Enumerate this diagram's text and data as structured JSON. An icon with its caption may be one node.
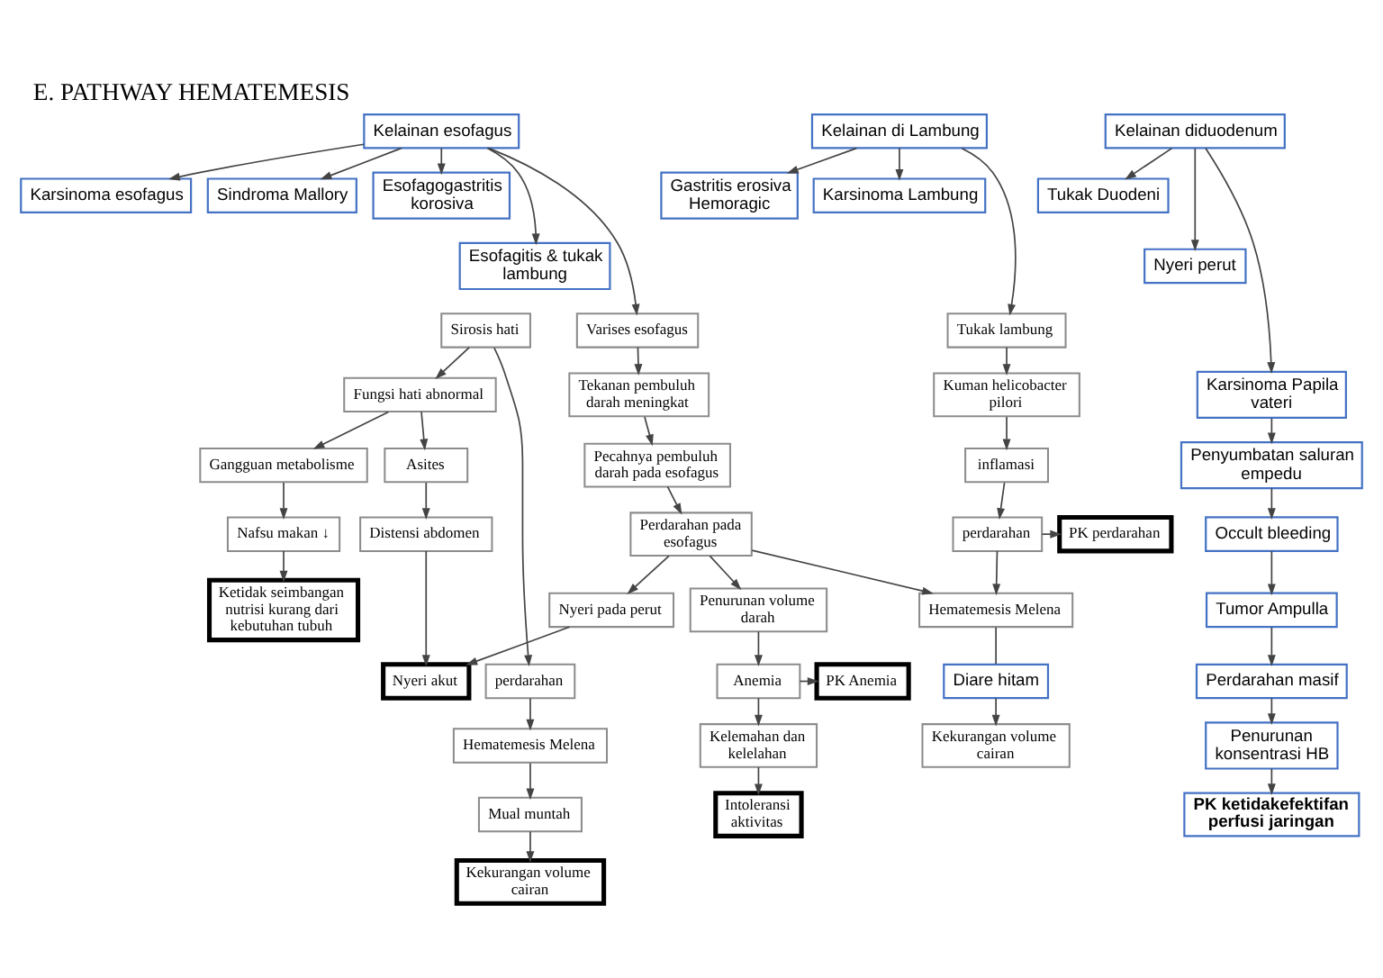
{
  "diagram": {
    "title": "E. PATHWAY HEMATEMESIS",
    "nodes": [
      {
        "text": [
          "Kelainan esofagus"
        ]
      },
      {
        "text": [
          "Karsinoma esofagus"
        ]
      },
      {
        "text": [
          "Sindroma Mallory"
        ]
      },
      {
        "text": [
          "Esofagogastritis korosiva"
        ]
      },
      {
        "text": [
          "Esofagitis & tukak lambung"
        ]
      },
      {
        "text": [
          "Kelainan di Lambung"
        ]
      },
      {
        "text": [
          "Gastritis erosiva Hemoragic"
        ]
      },
      {
        "text": [
          "Karsinoma Lambung"
        ]
      },
      {
        "text": [
          "Kelainan diduodenum"
        ]
      },
      {
        "text": [
          "Tukak Duodeni"
        ]
      },
      {
        "text": [
          "Nyeri perut"
        ]
      },
      {
        "text": [
          "Sirosis hati"
        ]
      },
      {
        "text": [
          "Varises esofagus"
        ]
      },
      {
        "text": [
          "Tukak lambung"
        ]
      },
      {
        "text": [
          "Fungsi hati abnormal"
        ]
      },
      {
        "text": [
          "Tekanan pembuluh darah meningkat"
        ]
      },
      {
        "text": [
          "Kuman helicobacter pilori"
        ]
      },
      {
        "text": [
          "Gangguan metabolisme"
        ]
      },
      {
        "text": [
          "Asites"
        ]
      },
      {
        "text": [
          "Pecahnya pembuluh darah pada esofagus"
        ]
      },
      {
        "text": [
          "inflamasi"
        ]
      },
      {
        "text": [
          "Nafsu makan ↓"
        ]
      },
      {
        "text": [
          "Distensi abdomen"
        ]
      },
      {
        "text": [
          "Perdarahan pada esofagus"
        ]
      },
      {
        "text": [
          "perdarahan"
        ]
      },
      {
        "text": [
          "PK perdarahan"
        ]
      },
      {
        "text": [
          "Karsinoma Papila vateri"
        ]
      },
      {
        "text": [
          "Ketidak seimbangan nutrisi kurang dari kebutuhan tubuh"
        ]
      },
      {
        "text": [
          "Nyeri pada perut"
        ]
      },
      {
        "text": [
          "Hematemesis Melena"
        ]
      },
      {
        "text": [
          "Penyumbatan saluran empedu"
        ]
      },
      {
        "text": [
          "Diare hitam"
        ]
      },
      {
        "text": [
          "Penurunan volume darah"
        ]
      },
      {
        "text": [
          "Occult bleeding"
        ]
      },
      {
        "text": [
          "perdarahan"
        ]
      },
      {
        "text": [
          "Nyeri akut"
        ]
      },
      {
        "text": [
          "Anemia"
        ]
      },
      {
        "text": [
          "PK Anemia"
        ]
      },
      {
        "text": [
          "Tumor Ampulla"
        ]
      },
      {
        "text": [
          "Hematemesis Melena"
        ]
      },
      {
        "text": [
          "Kelemahan dan kelelahan"
        ]
      },
      {
        "text": [
          "Kekurangan volume cairan"
        ]
      },
      {
        "text": [
          "Perdarahan masif"
        ]
      },
      {
        "text": [
          "Mual muntah"
        ]
      },
      {
        "text": [
          "Intoleransi aktivitas"
        ]
      },
      {
        "text": [
          "Penurunan konsentrasi HB"
        ]
      },
      {
        "text": [
          "Kekurangan volume cairan"
        ]
      },
      {
        "text": [
          "PK ketidakefektifan perfusi jaringan"
        ]
      }
    ],
    "edges": [
      {
        "from": 0,
        "to": 1,
        "arrow": "to"
      },
      {
        "from": 0,
        "to": 2,
        "arrow": "to"
      },
      {
        "from": 0,
        "to": 3,
        "arrow": "to"
      },
      {
        "from": 0,
        "to": 4,
        "arrow": "to"
      },
      {
        "from": 0,
        "to": 12,
        "arrow": "to"
      },
      {
        "from": 5,
        "to": 6,
        "arrow": "to"
      },
      {
        "from": 5,
        "to": 7,
        "arrow": "to"
      },
      {
        "from": 5,
        "to": 13,
        "arrow": "to"
      },
      {
        "from": 8,
        "to": 9,
        "arrow": "to"
      },
      {
        "from": 8,
        "to": 10,
        "arrow": "to"
      },
      {
        "from": 8,
        "to": 26,
        "arrow": "to"
      },
      {
        "from": 11,
        "to": 14,
        "arrow": "to"
      },
      {
        "from": 11,
        "to": 24,
        "arrow": "to"
      },
      {
        "from": 14,
        "to": 17,
        "arrow": "to"
      },
      {
        "from": 14,
        "to": 18,
        "arrow": "to"
      },
      {
        "from": 17,
        "to": 21,
        "arrow": "to"
      },
      {
        "from": 21,
        "to": 27,
        "arrow": "to"
      },
      {
        "from": 18,
        "to": 22,
        "arrow": "to"
      },
      {
        "from": 22,
        "to": 35,
        "arrow": "to"
      },
      {
        "from": 12,
        "to": 15,
        "arrow": "to"
      },
      {
        "from": 15,
        "to": 19,
        "arrow": "to"
      },
      {
        "from": 19,
        "to": 23,
        "arrow": "to"
      },
      {
        "from": 23,
        "to": 28,
        "arrow": "to"
      },
      {
        "from": 23,
        "to": 32,
        "arrow": "to"
      },
      {
        "from": 23,
        "to": 29,
        "arrow": "to"
      },
      {
        "from": 28,
        "to": 35,
        "arrow": "to"
      },
      {
        "from": 32,
        "to": 36,
        "arrow": "to"
      },
      {
        "from": 36,
        "to": 37,
        "arrow": "to"
      },
      {
        "from": 36,
        "to": 40,
        "arrow": "to"
      },
      {
        "from": 40,
        "to": 44,
        "arrow": "to"
      },
      {
        "from": 13,
        "to": 16,
        "arrow": "to"
      },
      {
        "from": 16,
        "to": 20,
        "arrow": "to"
      },
      {
        "from": 20,
        "to": 34,
        "arrow": "to"
      },
      {
        "from": 34,
        "to": 25,
        "arrow": "to"
      },
      {
        "from": 34,
        "to": 29,
        "arrow": "to"
      },
      {
        "from": 29,
        "to": 31,
        "arrow": "none"
      },
      {
        "from": 31,
        "to": 41,
        "arrow": "to"
      },
      {
        "from": 24,
        "to": 39,
        "arrow": "to"
      },
      {
        "from": 39,
        "to": 43,
        "arrow": "to"
      },
      {
        "from": 43,
        "to": 46,
        "arrow": "to"
      },
      {
        "from": 26,
        "to": 30,
        "arrow": "to"
      },
      {
        "from": 30,
        "to": 33,
        "arrow": "to"
      },
      {
        "from": 33,
        "to": 38,
        "arrow": "to"
      },
      {
        "from": 38,
        "to": 42,
        "arrow": "to"
      },
      {
        "from": 42,
        "to": 45,
        "arrow": "to"
      },
      {
        "from": 45,
        "to": 47,
        "arrow": "to"
      }
    ]
  }
}
